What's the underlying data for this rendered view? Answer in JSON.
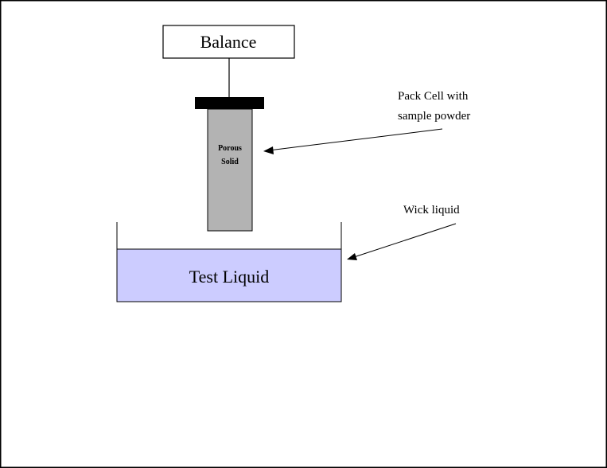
{
  "labels": {
    "balance": "Balance",
    "porous_line1": "Porous",
    "porous_line2": "Solid",
    "pack_cell_line1": "Pack Cell with",
    "pack_cell_line2": "sample powder",
    "wick_liquid": "Wick  liquid",
    "test_liquid": "Test Liquid"
  },
  "colors": {
    "frame": "#000000",
    "background": "#ffffff",
    "balance_box": "#ffffff",
    "cap": "#000000",
    "cell": "#b3b3b3",
    "liquid": "#ccccff"
  }
}
